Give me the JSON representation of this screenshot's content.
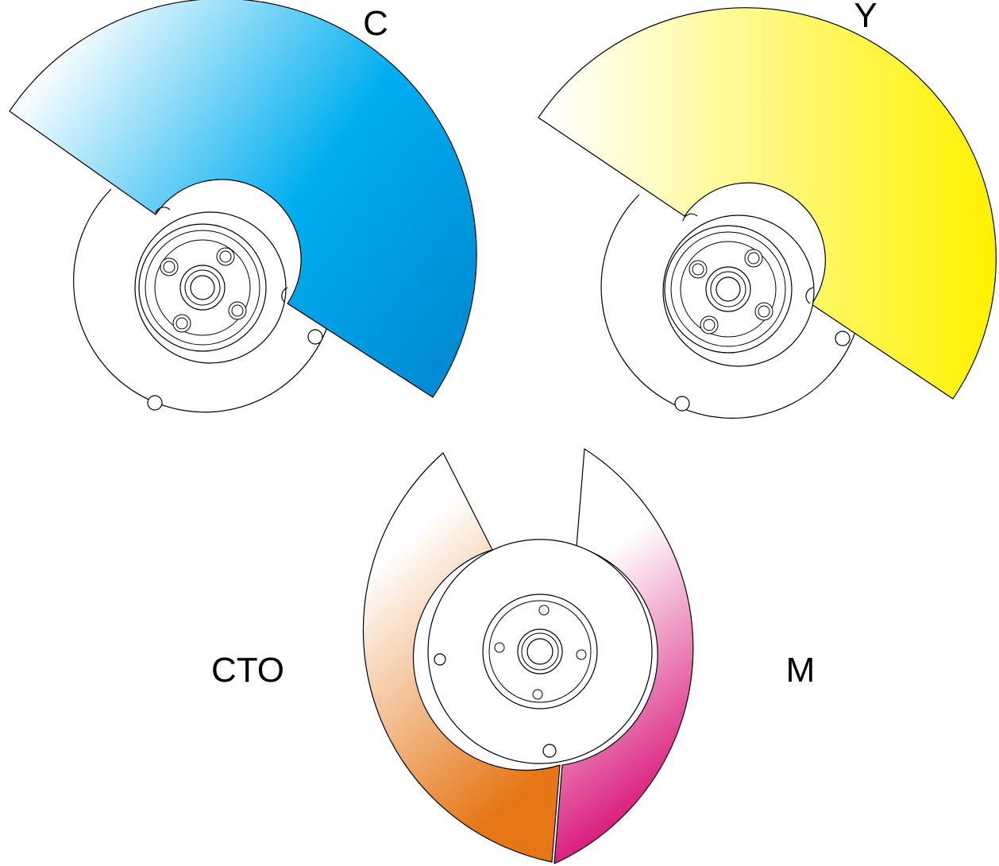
{
  "labels": {
    "cyan": "C",
    "yellow": "Y",
    "cto": "CTO",
    "magenta": "M"
  },
  "colors": {
    "cyan": "#00AEEF",
    "cyan_dark": "#0089D2",
    "yellow": "#FFF200",
    "cto": "#E57717",
    "magenta": "#D5006D",
    "outline": "#000000"
  }
}
